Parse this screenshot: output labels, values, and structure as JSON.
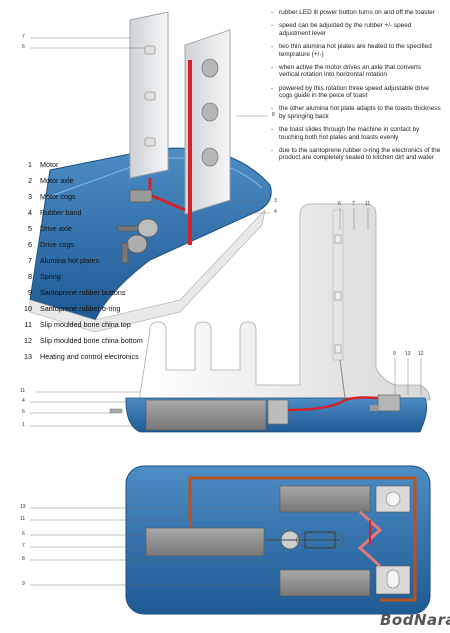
{
  "notes": [
    "rubber LED lit power button turns on and off the toaster",
    "speed can be adjusted by the rubber +/- speed adjustment lever",
    "two thin alumina hot plates are heated to the specified temprature (+/-)",
    "when active the motor drives an axle that converts vertical rotation into horizontal rotation",
    "powered by this rotation three speed adjustable drive cogs guide in the peice of toast",
    "the other alumina hot plate adapts to the toasts thickness by springing back",
    "the toast slides through the machine in contact by touching both hot plates and toasts evenly",
    "due to the santoprene rubber o-ring the electronics of the product are completely sealed to kitchen dirt and water"
  ],
  "legend": [
    {
      "num": "1",
      "label": "Motor"
    },
    {
      "num": "2",
      "label": "Motor axle"
    },
    {
      "num": "3",
      "label": "Motor cogs"
    },
    {
      "num": "4",
      "label": "Rubber band"
    },
    {
      "num": "5",
      "label": "Drive axle"
    },
    {
      "num": "6",
      "label": "Drive cogs"
    },
    {
      "num": "7",
      "label": "Alumina hot plates"
    },
    {
      "num": "8",
      "label": "Spring"
    },
    {
      "num": "9",
      "label": "Santoprene rubber buttons"
    },
    {
      "num": "10",
      "label": "Santoprene rubber o-ring"
    },
    {
      "num": "11",
      "label": "Slip moulded bone china top"
    },
    {
      "num": "12",
      "label": "Slip moulded bone china bottom"
    },
    {
      "num": "13",
      "label": "Heating and control electronics"
    }
  ],
  "callouts": {
    "top_left_a": "7",
    "top_left_b": "6",
    "top_right_a": "8",
    "top_right_b": "3",
    "top_right_c": "4",
    "mid_top_a": "6",
    "mid_top_b": "7",
    "mid_top_c": "11",
    "mid_right_a": "9",
    "mid_right_b": "13",
    "mid_right_c": "12",
    "mid_left_a": "11",
    "mid_left_b": "4",
    "mid_left_c": "6",
    "mid_left_d": "1",
    "bottom_a": "13",
    "bottom_b": "11",
    "bottom_c": "6",
    "bottom_d": "7",
    "bottom_e": "8",
    "bottom_f": "9"
  },
  "brand": "BodNara",
  "colors": {
    "blue": "#2f6fa8",
    "blue_light": "#4d8cc4",
    "red": "#d2232a",
    "copper": "#b8531e",
    "grey": "#8c8c8c",
    "china": "#ececec"
  }
}
